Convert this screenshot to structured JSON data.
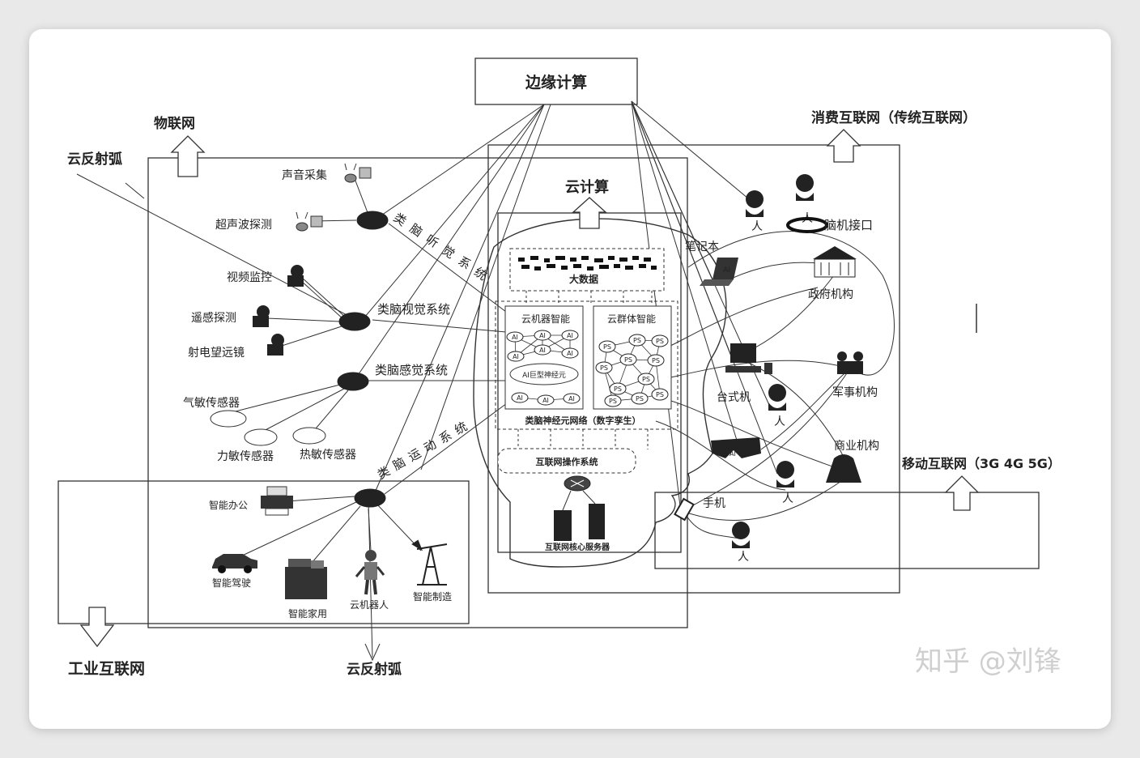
{
  "labels": {
    "edge_computing": "边缘计算",
    "iot": "物联网",
    "consumer_internet": "消费互联网（传统互联网）",
    "cloud_reflex_arc_top": "云反射弧",
    "cloud_reflex_arc_bottom": "云反射弧",
    "cloud_computing": "云计算",
    "big_data": "大数据",
    "cloud_robot_intelligence": "云机器智能",
    "cloud_swarm_intelligence": "云群体智能",
    "giant_neuron": "AI巨型神经元",
    "brain_network": "类脑神经元网络（数字孪生）",
    "internet_os": "互联网操作系统",
    "core_servers": "互联网核心服务器",
    "sound_collect": "声音采集",
    "ultrasonic": "超声波探测",
    "auditory_system": "类脑听觉系统",
    "video_monitor": "视频监控",
    "remote_sensing": "遥感探测",
    "radio_telescope": "射电望远镜",
    "visual_system": "类脑视觉系统",
    "sensory_system": "类脑感觉系统",
    "gas_sensor": "气敏传感器",
    "force_sensor": "力敏传感器",
    "thermal_sensor": "热敏传感器",
    "motor_system": "类脑运动系统",
    "smart_office": "智能办公",
    "smart_driving": "智能驾驶",
    "smart_home": "智能家用",
    "cloud_robot": "云机器人",
    "smart_manufacturing": "智能制造",
    "industrial_internet": "工业互联网",
    "laptop": "笔记本",
    "person": "人",
    "bci": "脑机接口",
    "government": "政府机构",
    "desktop": "台式机",
    "military": "军事机构",
    "commercial": "商业机构",
    "mobile_internet": "移动互联网（3G 4G 5G）",
    "phone": "手机",
    "ai_node": "AI",
    "ps_node": "PS",
    "watermark": "知乎 @刘锋"
  }
}
